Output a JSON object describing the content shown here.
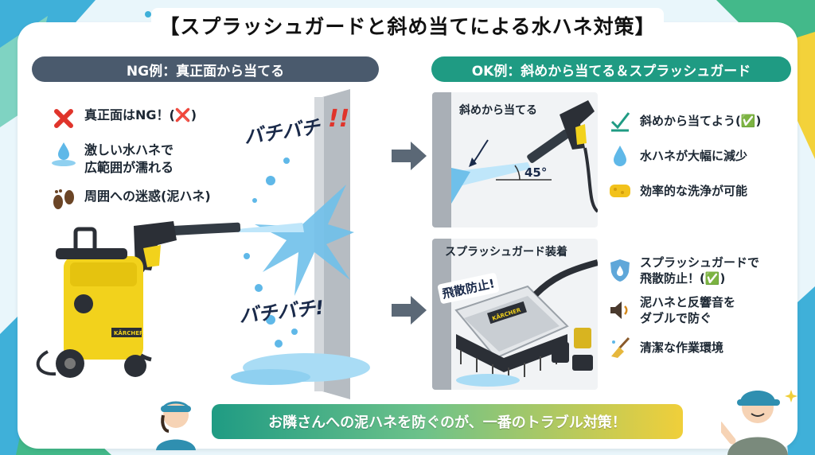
{
  "title": "【スプラッシュガードと斜め当てによる水ハネ対策】",
  "ng_header": "NG例：真正面から当てる",
  "ok_header": "OK例：斜めから当てる＆スプラッシュガード",
  "ng_items": [
    {
      "icon": "red-x-icon",
      "text": "真正面はNG！(❌)"
    },
    {
      "icon": "water-splash-icon",
      "text": "激しい水ハネで\n広範囲が濡れる"
    },
    {
      "icon": "muddy-footprints-icon",
      "text": "周囲への迷惑(泥ハネ)"
    }
  ],
  "splash_top": "バチバチ",
  "splash_exclaim": "!!",
  "splash_bottom": "バチバチ!",
  "washer_brand": "KÄRCHER",
  "panel_a": {
    "caption": "斜めから当てる",
    "angle": "45°"
  },
  "panel_b": {
    "caption": "スプラッシュガード装着",
    "stamp": "飛散防止!",
    "brand": "KÄRCHER"
  },
  "ok_items_a": [
    {
      "icon": "check-icon",
      "text": "斜めから当てよう(✅)"
    },
    {
      "icon": "water-drop-icon",
      "text": "水ハネが大幅に減少"
    },
    {
      "icon": "sponge-icon",
      "text": "効率的な洗浄が可能"
    }
  ],
  "ok_items_b": [
    {
      "icon": "shield-drop-icon",
      "text": "スプラッシュガードで\n飛散防止！(✅)"
    },
    {
      "icon": "speaker-icon",
      "text": "泥ハネと反響音を\nダブルで防ぐ"
    },
    {
      "icon": "broom-icon",
      "text": "清潔な作業環境"
    }
  ],
  "banner": "お隣さんへの泥ハネを防ぐのが、一番のトラブル対策！",
  "colors": {
    "ng_header": "#4a5a6d",
    "ok_header": "#1f9b83",
    "washer": "#f2d21c",
    "water": "#5fb8e8"
  }
}
